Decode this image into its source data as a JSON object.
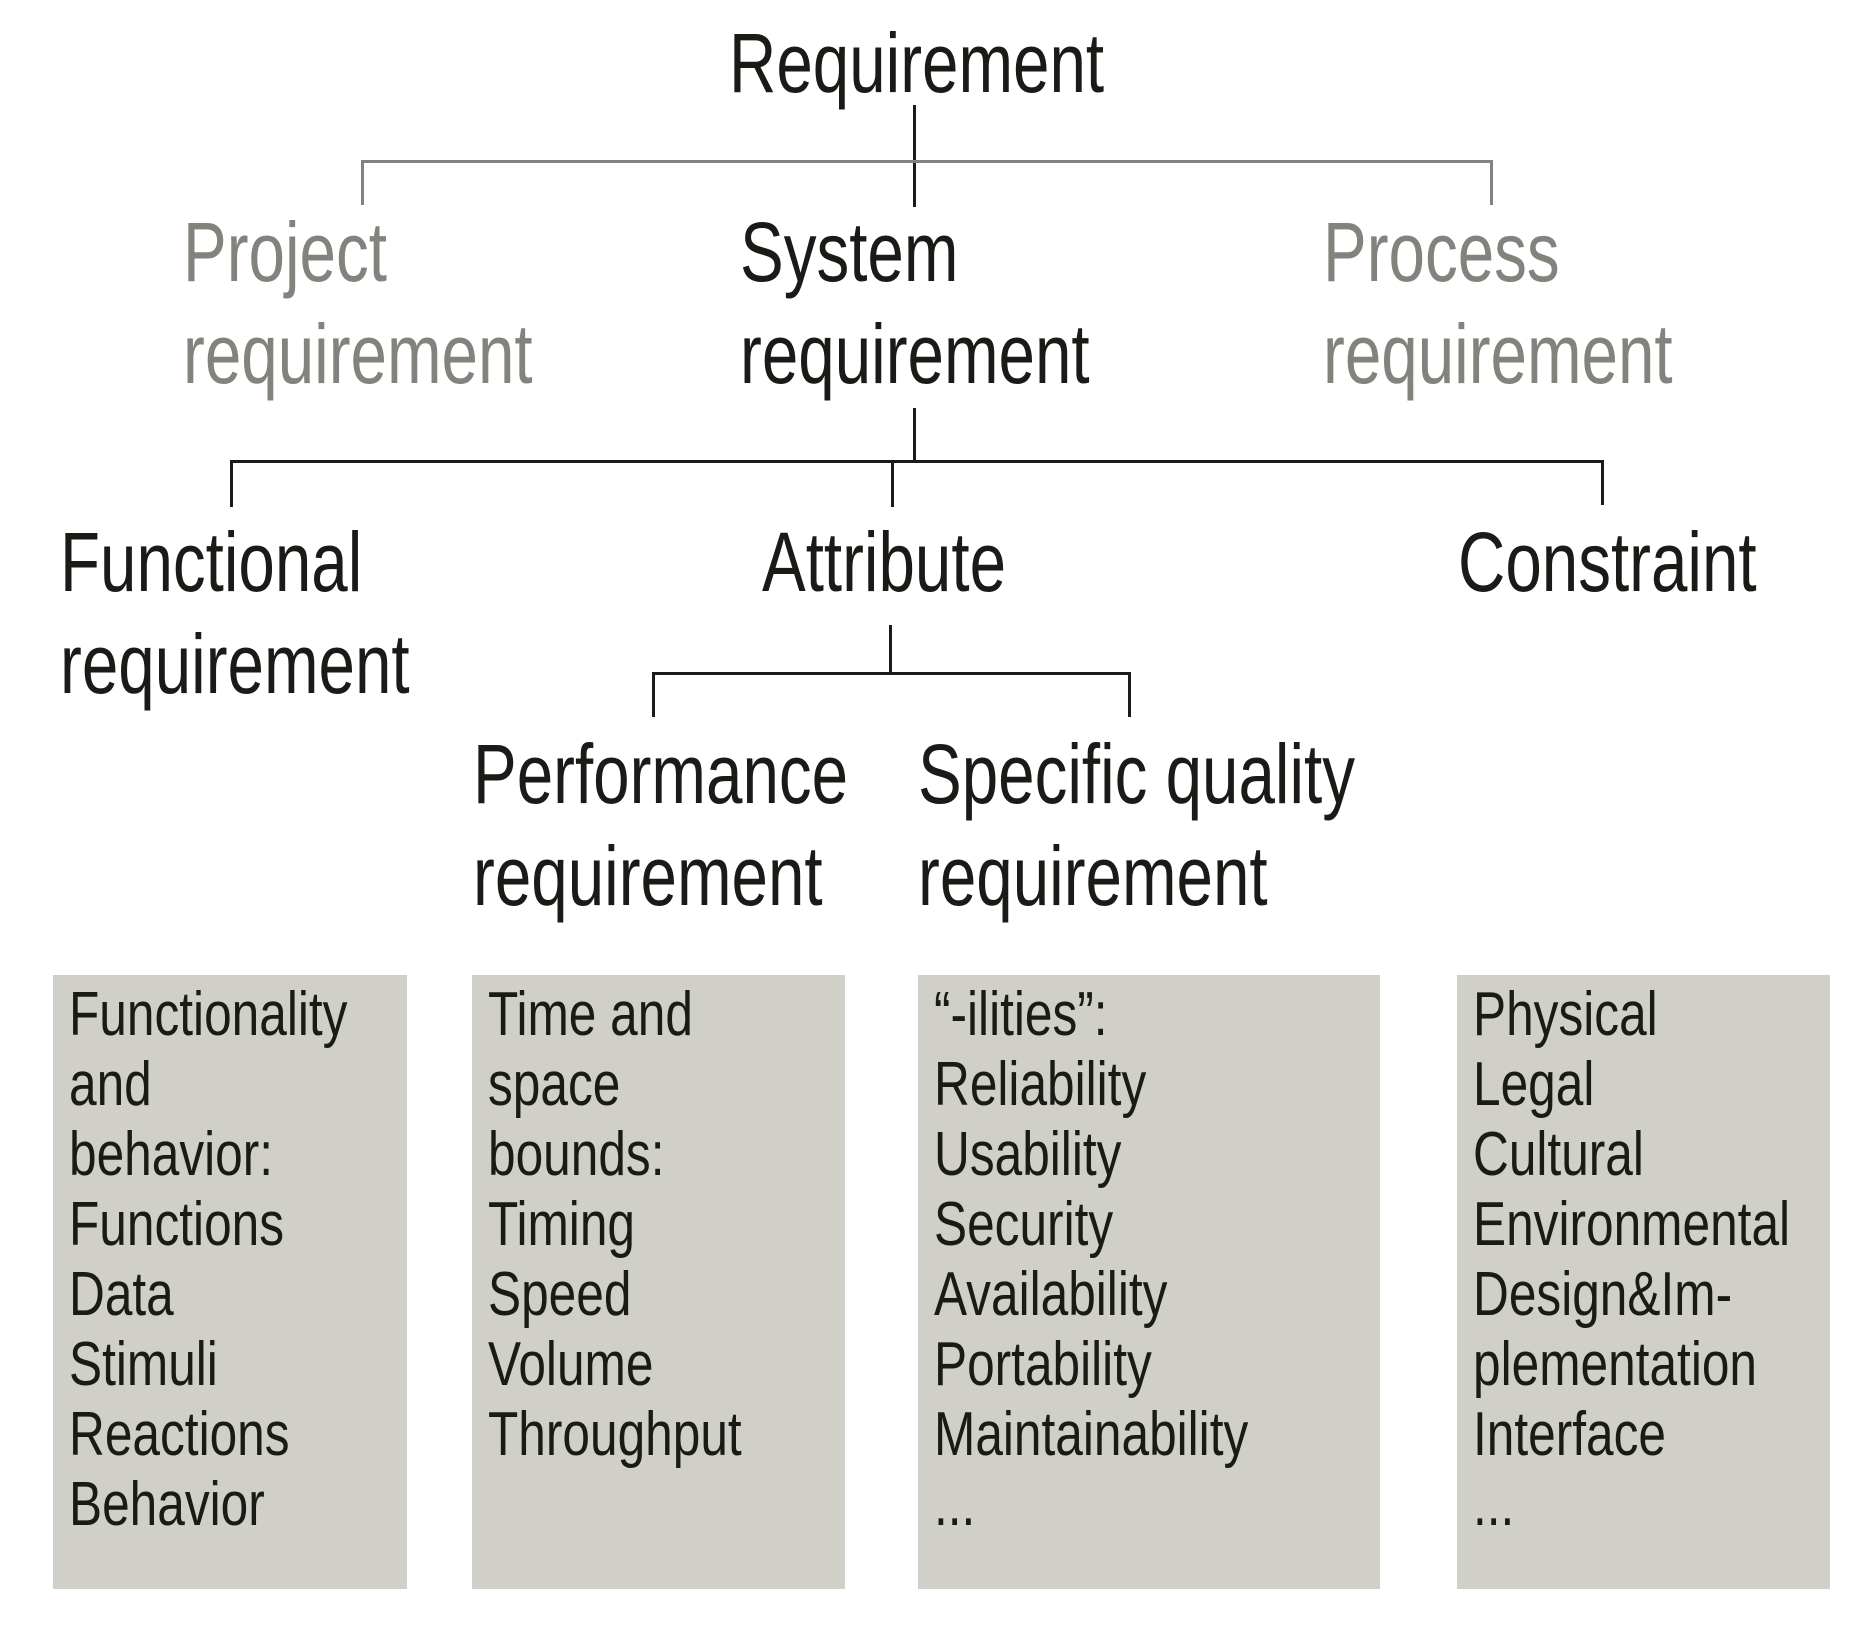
{
  "diagram": {
    "title": "Requirement",
    "level2": {
      "project": "Project\nrequirement",
      "system": "System\nrequirement",
      "process": "Process\nrequirement"
    },
    "level3": {
      "functional": "Functional\nrequirement",
      "attribute": "Attribute",
      "constraint": "Constraint"
    },
    "level4": {
      "performance": "Performance\nrequirement",
      "specific_quality": "Specific quality\nrequirement"
    },
    "boxes": {
      "functional_items": "Functionality\nand behavior:\nFunctions\nData\nStimuli\nReactions\nBehavior",
      "performance_items": "Time and\nspace bounds:\nTiming\nSpeed\nVolume\nThroughput",
      "quality_items": "“-ilities”:\nReliability\nUsability\nSecurity\nAvailability\nPortability\nMaintainability\n...",
      "constraint_items": "Physical\nLegal\nCultural\nEnvironmental\nDesign&Im-\nplementation\nInterface\n..."
    },
    "colors": {
      "text_primary": "#1a1a17",
      "text_secondary": "#83827d",
      "line_primary": "#1a1a17",
      "line_secondary": "#83827d",
      "box_fill": "#d0d0c9",
      "background": "#ffffff"
    }
  }
}
